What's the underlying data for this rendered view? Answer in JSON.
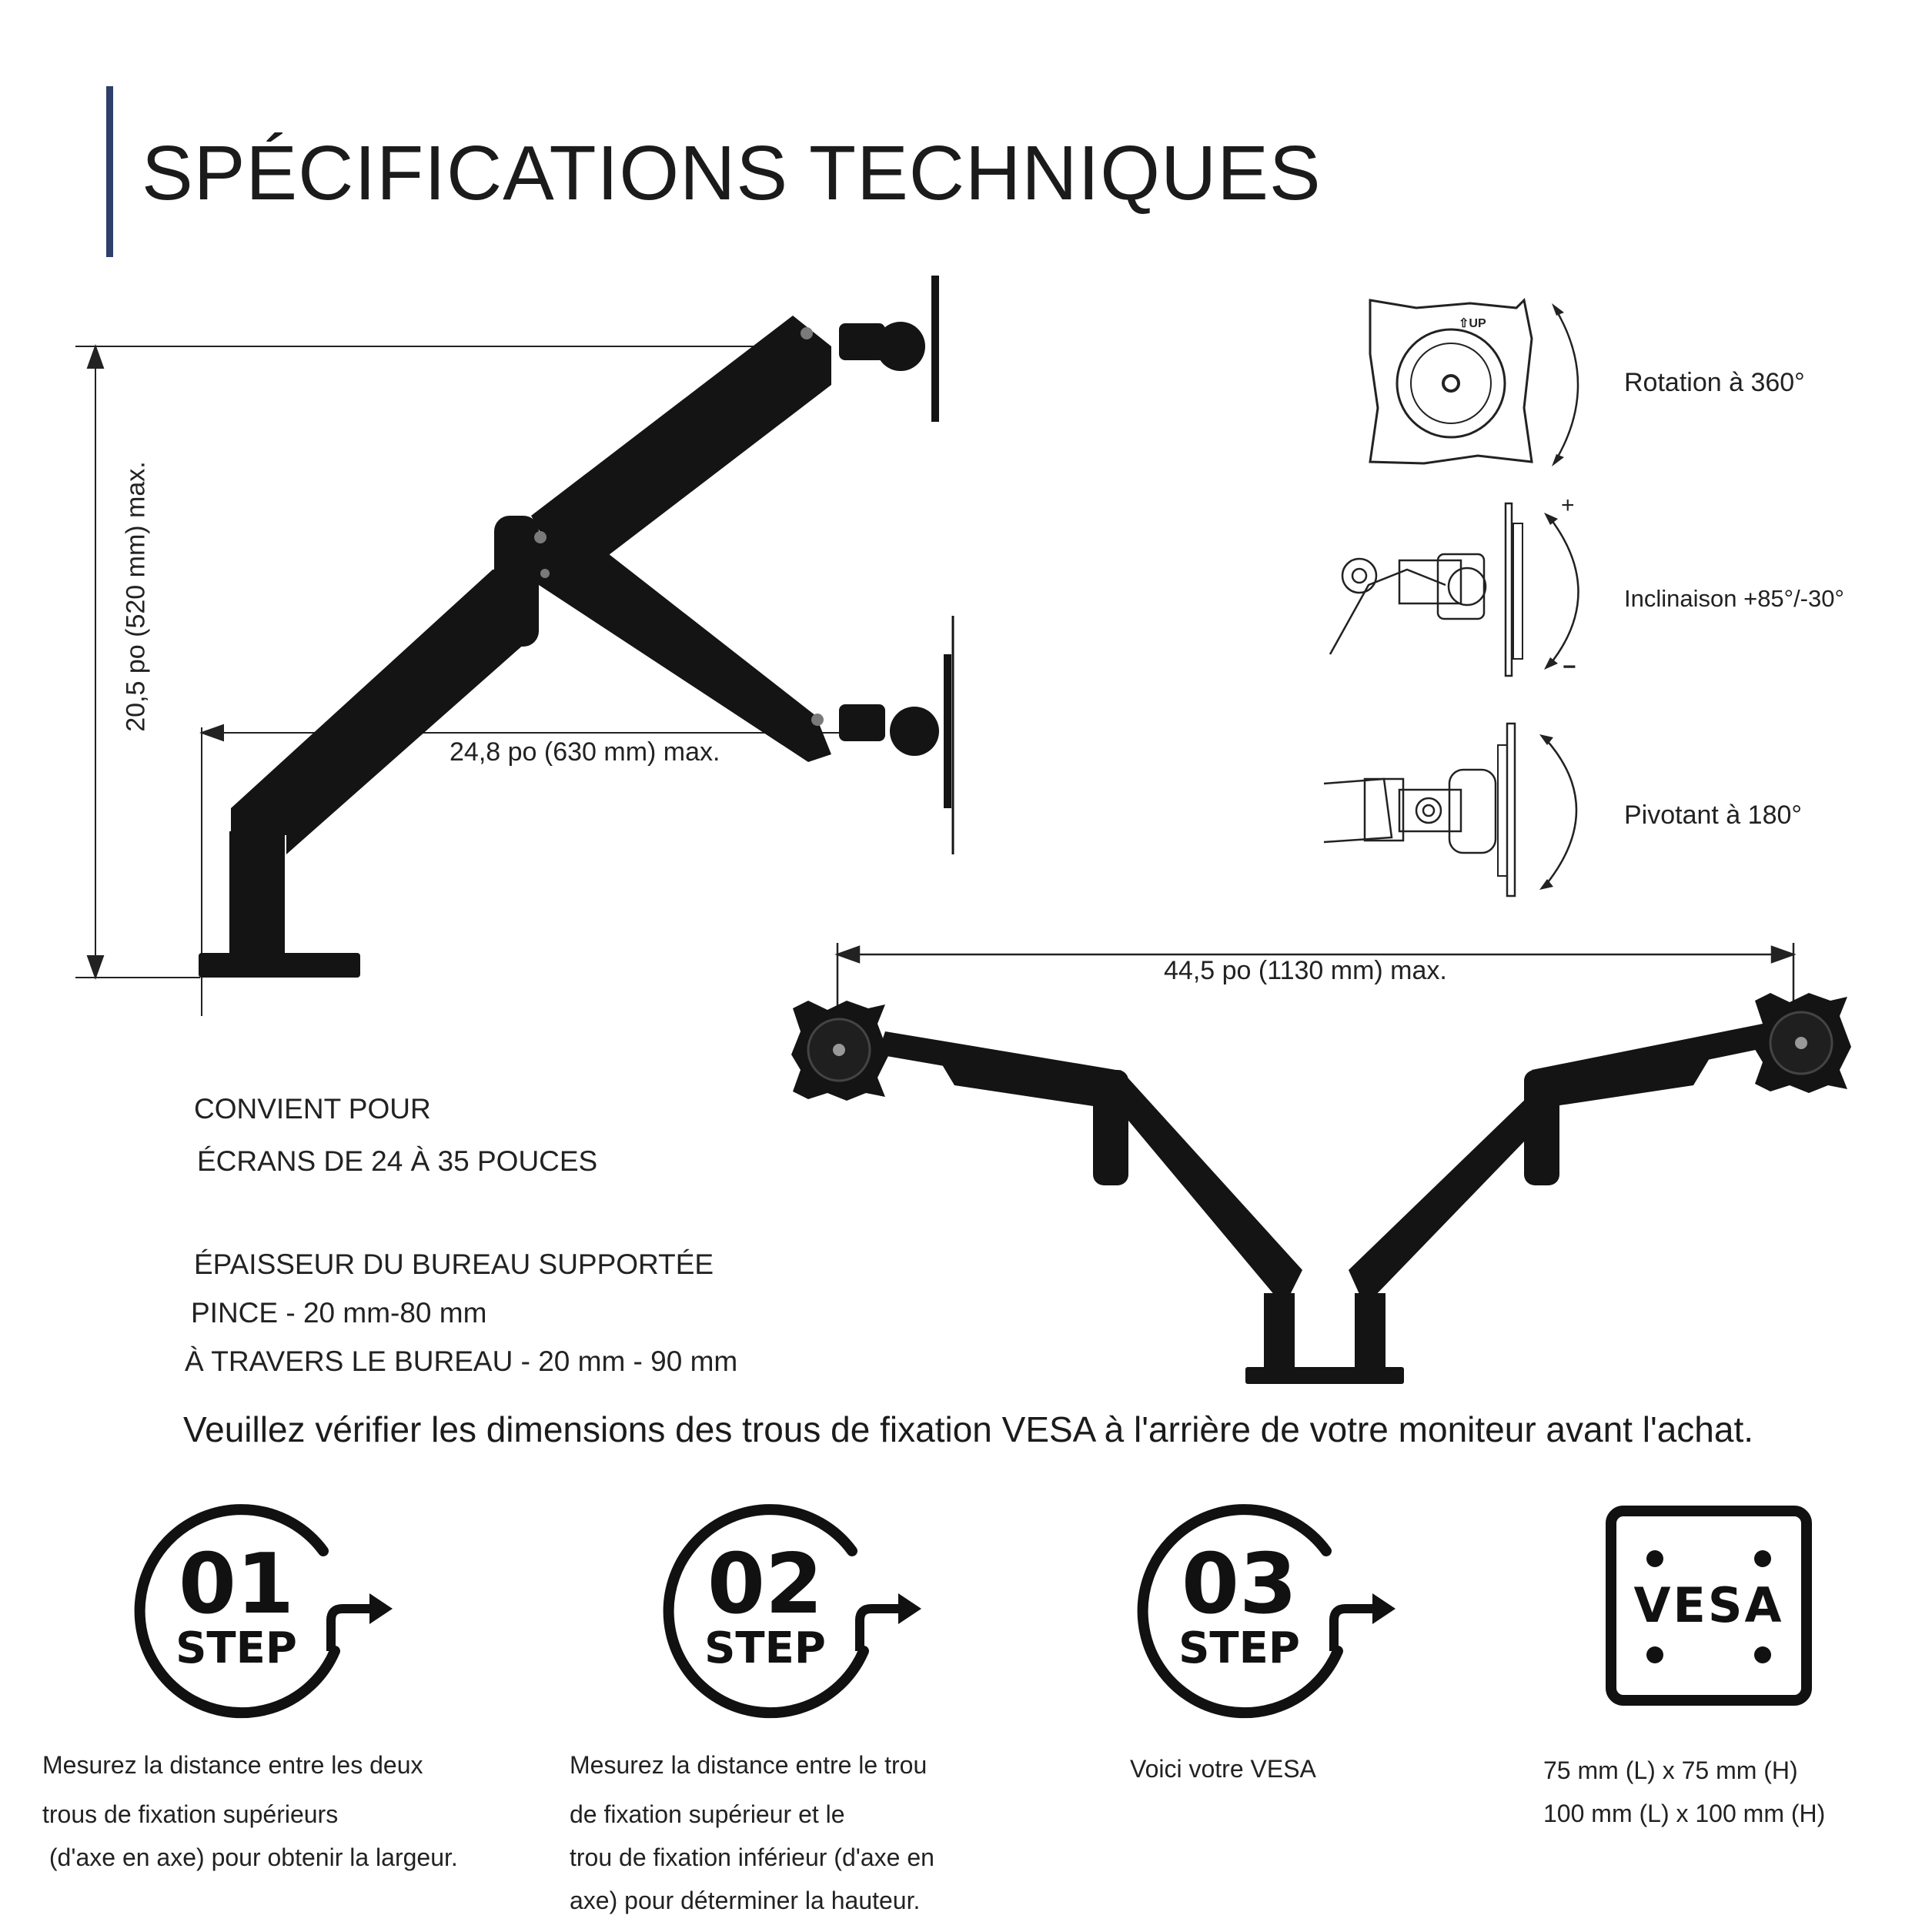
{
  "title": "SPÉCIFICATIONS TECHNIQUES",
  "colors": {
    "accent": "#2f3f6b",
    "arm": "#141414",
    "ink": "#1a1a1a"
  },
  "dimensions": {
    "height": "20,5  po  (520  mm)  max.",
    "reach": "24,8 po (630 mm) max.",
    "span": "44,5 po (1130 mm) max."
  },
  "features": [
    {
      "label": "Rotation à 360°",
      "icon": "rotation-icon"
    },
    {
      "label": "Inclinaison +85°/-30°",
      "icon": "tilt-icon"
    },
    {
      "label": "Pivotant à 180°",
      "icon": "swivel-icon"
    }
  ],
  "tilt_marks": {
    "plus": "+",
    "minus": "−"
  },
  "vesa_plate_label": "⇧UP",
  "fits": {
    "line1": "CONVIENT POUR",
    "line2": "ÉCRANS DE 24 À 35 POUCES"
  },
  "desk": {
    "title": "ÉPAISSEUR DU BUREAU SUPPORTÉE",
    "clamp": "PINCE - 20 mm-80 mm",
    "grommet": "À TRAVERS LE BUREAU - 20 mm - 90 mm"
  },
  "notice": "Veuillez vérifier les dimensions des trous de fixation VESA à l'arrière de votre moniteur avant l'achat.",
  "steps": [
    {
      "number": "01",
      "word": "STEP",
      "desc": [
        "Mesurez la distance entre les deux",
        "trous de fixation supérieurs",
        " (d'axe en axe) pour obtenir la largeur."
      ]
    },
    {
      "number": "02",
      "word": "STEP",
      "desc": [
        "Mesurez la distance entre le trou",
        "de fixation supérieur et le",
        "trou de fixation inférieur (d'axe en",
        "axe) pour déterminer la hauteur."
      ]
    },
    {
      "number": "03",
      "word": "STEP",
      "desc": [
        "Voici votre VESA"
      ]
    }
  ],
  "vesa": {
    "badge": "VESA",
    "sizes": [
      "75 mm (L) x 75 mm (H)",
      "100 mm (L) x 100 mm (H)"
    ]
  }
}
